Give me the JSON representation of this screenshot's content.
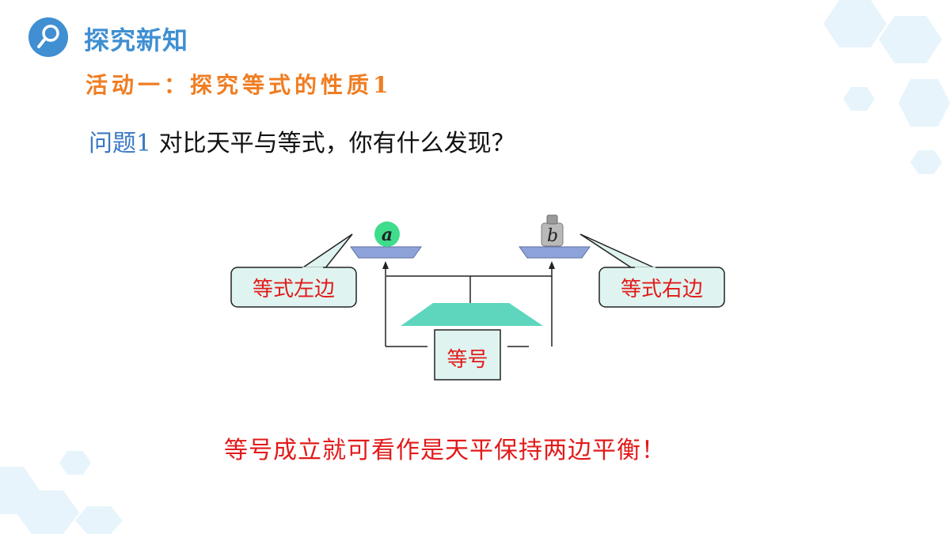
{
  "header": {
    "title": "探究新知",
    "icon": "magnifier-icon",
    "accent_color": "#3f8fd2"
  },
  "activity": {
    "title": "活动一：探究等式的性质1",
    "color": "#ef7d22"
  },
  "question": {
    "label": "问题1",
    "text": "对比天平与等式，你有什么发现？"
  },
  "diagram": {
    "left_object": "a",
    "right_object": "b",
    "left_callout": "等式左边",
    "right_callout": "等式右边",
    "center_callout": "等号"
  },
  "conclusion": {
    "text": "等号成立就可看作是天平保持两边平衡！",
    "color": "#e21a1a"
  }
}
